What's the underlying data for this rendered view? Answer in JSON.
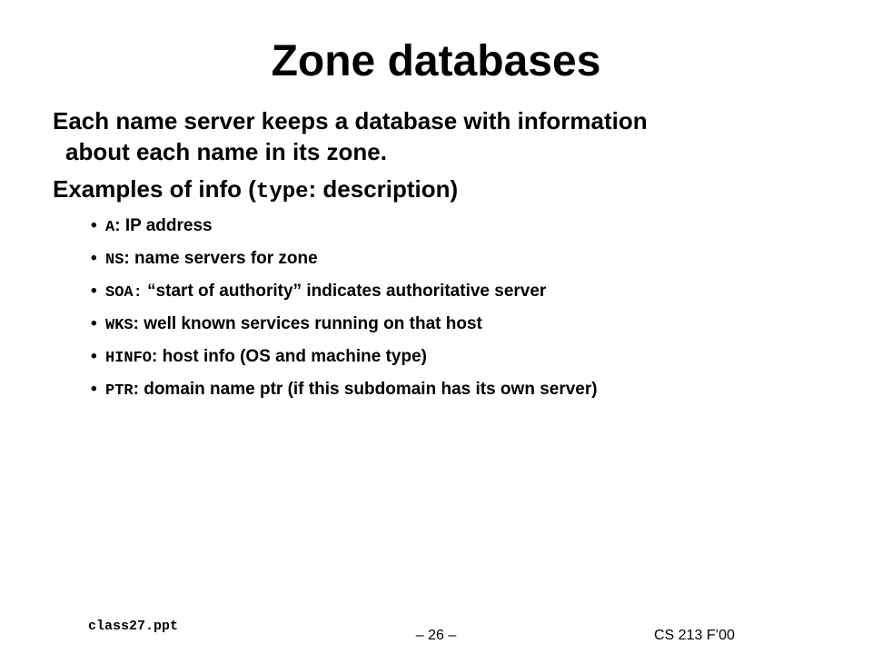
{
  "slide": {
    "title": "Zone databases",
    "intro": {
      "line1": "Each name server keeps a database with information",
      "line2": "about each name in its zone."
    },
    "examples": {
      "prefix": "Examples of info (",
      "code": "type",
      "suffix": ": description)"
    },
    "bullet_glyph": "•",
    "records": [
      {
        "type": "A",
        "sep": ": ",
        "description": "IP address"
      },
      {
        "type": "NS",
        "sep": ": ",
        "description": "name servers for zone"
      },
      {
        "type": "SOA:",
        "sep": " ",
        "description": "“start of authority” indicates authoritative server"
      },
      {
        "type": "WKS",
        "sep": ": ",
        "description": "well known services running on that host"
      },
      {
        "type": "HINFO",
        "sep": ": ",
        "description": "host info (OS and machine type)"
      },
      {
        "type": "PTR",
        "sep": ": ",
        "description": "domain name ptr (if this subdomain has its own server)"
      }
    ]
  },
  "footer": {
    "filename": "class27.ppt",
    "page": "– 26 –",
    "course": "CS 213 F’00"
  }
}
